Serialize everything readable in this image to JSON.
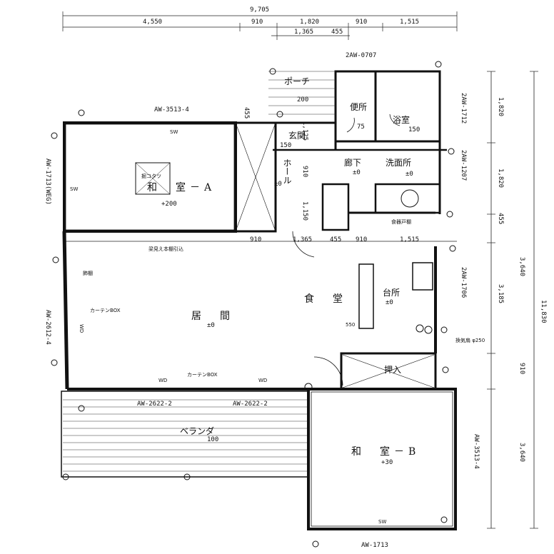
{
  "dimensions": {
    "top_total": "9,705",
    "top_row": [
      "4,550",
      "910",
      "1,820",
      "910",
      "1,515"
    ],
    "top_sub": [
      "1,365",
      "455"
    ],
    "mid_row": [
      "910",
      "1,365",
      "455",
      "910",
      "1,515"
    ],
    "right_1": [
      "1,820",
      "1,820",
      "455"
    ],
    "right_2": [
      "3,640",
      "3,185",
      "910",
      "3,640"
    ],
    "right_total": "11,830",
    "inner_910": "910",
    "inner_1150": "1,150",
    "inner_1125": "1,125",
    "inner_455": "455"
  },
  "windows": {
    "top_porch": "2AW-0707",
    "washitsu_a_top": "AW-3513-4",
    "washitsu_a_left": "AW-1713(WEG)",
    "living_left": "AW-2612-4",
    "veranda_1": "AW-2622-2",
    "veranda_2": "AW-2622-2",
    "toilet_right": "2AW-1712",
    "sanitary_right": "2AW-1207",
    "kitchen_right": "2AW-1706",
    "washitsu_b_right": "AW-3513-4",
    "washitsu_b_bottom": "AW-1713"
  },
  "rooms": {
    "washitsu_a": "和　室－A",
    "washitsu_a_level": "+200",
    "hall": "ホール",
    "hall_level": "±0",
    "genkan": "玄関",
    "genkan_level": "150",
    "porch": "ポーチ",
    "porch_level": "200",
    "toilet": "便所",
    "toilet_level": "75",
    "bath": "浴室",
    "bath_level": "150",
    "corridor": "廊下",
    "corridor_level": "±0",
    "sanitary": "洗面所",
    "sanitary_level": "±0",
    "living": "居　間",
    "living_level": "±0",
    "dining": "食　堂",
    "kitchen": "台所",
    "kitchen_level": "±0",
    "closet": "押入",
    "washitsu_b": "和　室－B",
    "washitsu_b_level": "+30",
    "veranda": "ベランダ",
    "veranda_level": "100"
  },
  "notes": {
    "kotatsu": "掘コタツ",
    "curtain_box_1": "カーテンBOX",
    "curtain_box_2": "カーテンBOX",
    "shelf": "飾棚",
    "beam": "梁見え本棚引込",
    "sw_a": "SW",
    "sw_a2": "SW",
    "sw_b": "SW",
    "wd_1": "WD",
    "wd_2": "WD",
    "wd_3": "WD",
    "level_550": "550",
    "storage": "食器戸棚",
    "duct": "換気扇 φ250"
  }
}
